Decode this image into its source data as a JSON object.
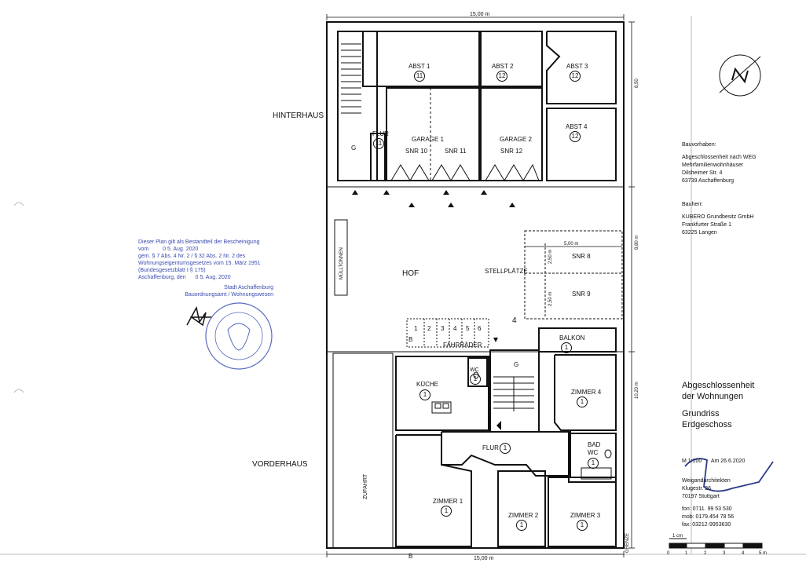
{
  "building": {
    "rear": "HINTERHAUS",
    "front": "VORDERHAUS",
    "courtyard": "HOF",
    "parking_area": "STELLPLÄTZE",
    "driveway": "ZUFAHRT",
    "bicycles": "FAHRRÄDER",
    "bin_store": "MÜLLTONNEN",
    "boundary": "GRENZE"
  },
  "rooms": {
    "abst1": {
      "name": "ABST 1",
      "unit": "11"
    },
    "abst2": {
      "name": "ABST 2",
      "unit": "12"
    },
    "abst3": {
      "name": "ABST 3",
      "unit": "12"
    },
    "abst4": {
      "name": "ABST 4",
      "unit": "12"
    },
    "flur_rear": {
      "name": "FLUR",
      "unit": "11"
    },
    "g_rear": {
      "name": "G"
    },
    "garage1": {
      "name": "GARAGE 1",
      "snr_a": "SNR 10",
      "snr_b": "SNR 11"
    },
    "garage2": {
      "name": "GARAGE 2",
      "snr": "SNR 12"
    },
    "snr8": {
      "name": "SNR 8"
    },
    "snr9": {
      "name": "SNR 9"
    },
    "balkon": {
      "name": "BALKON",
      "unit": "1"
    },
    "kueche": {
      "name": "KÜCHE",
      "unit": "1"
    },
    "wc": {
      "name": "WC",
      "unit": "1"
    },
    "g_front": {
      "name": "G"
    },
    "zimmer4": {
      "name": "ZIMMER 4",
      "unit": "1"
    },
    "flur_front": {
      "name": "FLUR",
      "unit": "1"
    },
    "bad": {
      "name": "BAD",
      "name2": "WC",
      "unit": "1"
    },
    "zimmer1": {
      "name": "ZIMMER 1",
      "unit": "1"
    },
    "zimmer2": {
      "name": "ZIMMER 2",
      "unit": "1"
    },
    "zimmer3": {
      "name": "ZIMMER 3",
      "unit": "1"
    }
  },
  "bike_slots": [
    "1",
    "2",
    "3",
    "4",
    "5",
    "6"
  ],
  "dimensions": {
    "top_width": "15,00 m",
    "bottom_width": "15,00 m",
    "rear_depth": "8,50",
    "yard_depth": "8,80 m",
    "front_depth": "10,20 m",
    "parking_width": "5,00 m",
    "bay_a": "2,50 m",
    "bay_b": "2,50 m",
    "stair_no": "4",
    "b_marker": "B"
  },
  "title_block": {
    "project_label": "Bauvorhaben:",
    "project_lines": [
      "Abgeschlossenheit nach WEG",
      "Mehrfamilienwohnhäuser",
      "Dilsheimer Str. 4",
      "63739 Aschaffenburg"
    ],
    "owner_label": "Bauherr:",
    "owner_lines": [
      "KUBERO Grundbesitz GmbH",
      "Frankfurter Straße 1",
      "63225 Langen"
    ],
    "heading_lines": [
      "Abgeschlossenheit",
      "der Wohnungen"
    ],
    "subheading_lines": [
      "Grundriss",
      "Erdgeschoss"
    ],
    "scale": "M 1:100",
    "date_label": "Am",
    "date": "26.6.2020",
    "architect_lines": [
      "Weigandarchitekten",
      "Klugestr. 26",
      "70197 Stuttgart"
    ],
    "contact_lines": [
      "fon: 0711. 99 53 530",
      "mob: 0179.454 78 56",
      "fax: 03212-9953630"
    ],
    "scalebar_unit": "1 cm",
    "scalebar_ticks": [
      "0",
      "1",
      "2",
      "3",
      "4",
      "5 m"
    ]
  },
  "stamp": {
    "lines": [
      "Dieser Plan gilt als Bestandteil der Bescheinigung",
      "gem. § 7 Abs. 4 Nr. 2 / § 32 Abs. 2 Nr. 2 des",
      "Wohnungseigentumsgesetzes vom 15. März 1951",
      "(Bundesgesetzblatt I § 175)"
    ],
    "vom_label": "vom",
    "vom_date": "0 5. Aug. 2020",
    "place_label": "Aschaffenburg, den",
    "place_date": "0 5. Aug. 2020",
    "authority_lines": [
      "Stadt Aschaffenburg",
      "Bauordnungsamt / Wohnungswesen"
    ]
  },
  "colors": {
    "ink": "#111111",
    "stamp_blue": "#3a4bb0",
    "paper": "#ffffff"
  }
}
